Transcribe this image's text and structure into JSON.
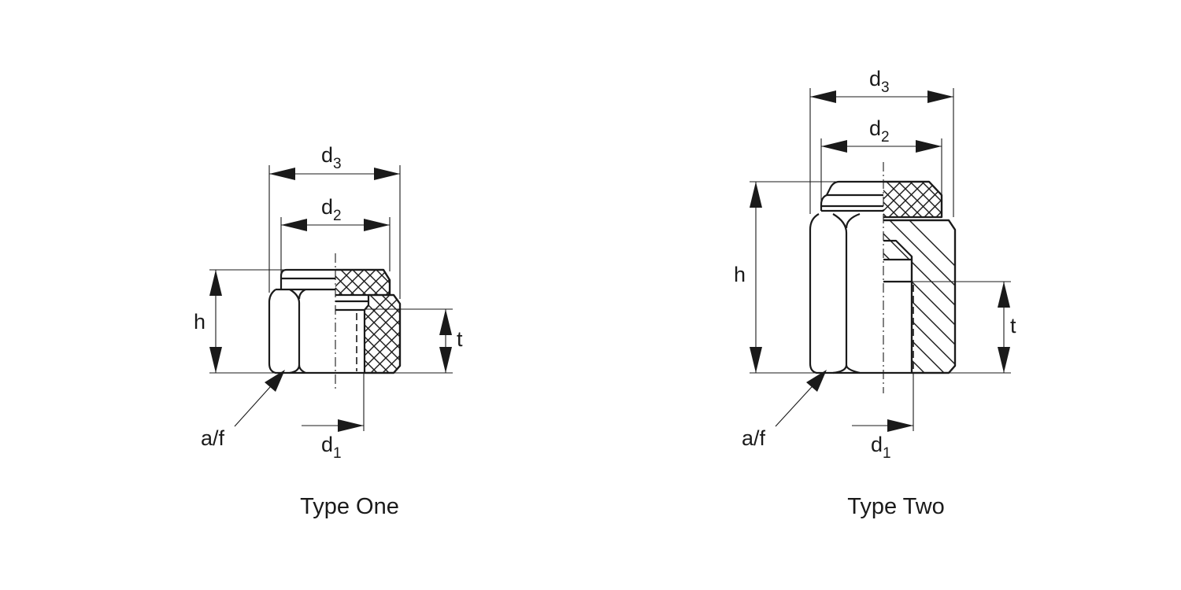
{
  "figures": [
    {
      "caption": "Type One",
      "labels": {
        "d3": {
          "base": "d",
          "sub": "3"
        },
        "d2": {
          "base": "d",
          "sub": "2"
        },
        "d1": {
          "base": "d",
          "sub": "1"
        },
        "h": "h",
        "t": "t",
        "af": "a/f"
      }
    },
    {
      "caption": "Type Two",
      "labels": {
        "d3": {
          "base": "d",
          "sub": "3"
        },
        "d2": {
          "base": "d",
          "sub": "2"
        },
        "d1": {
          "base": "d",
          "sub": "1"
        },
        "h": "h",
        "t": "t",
        "af": "a/f"
      }
    }
  ]
}
